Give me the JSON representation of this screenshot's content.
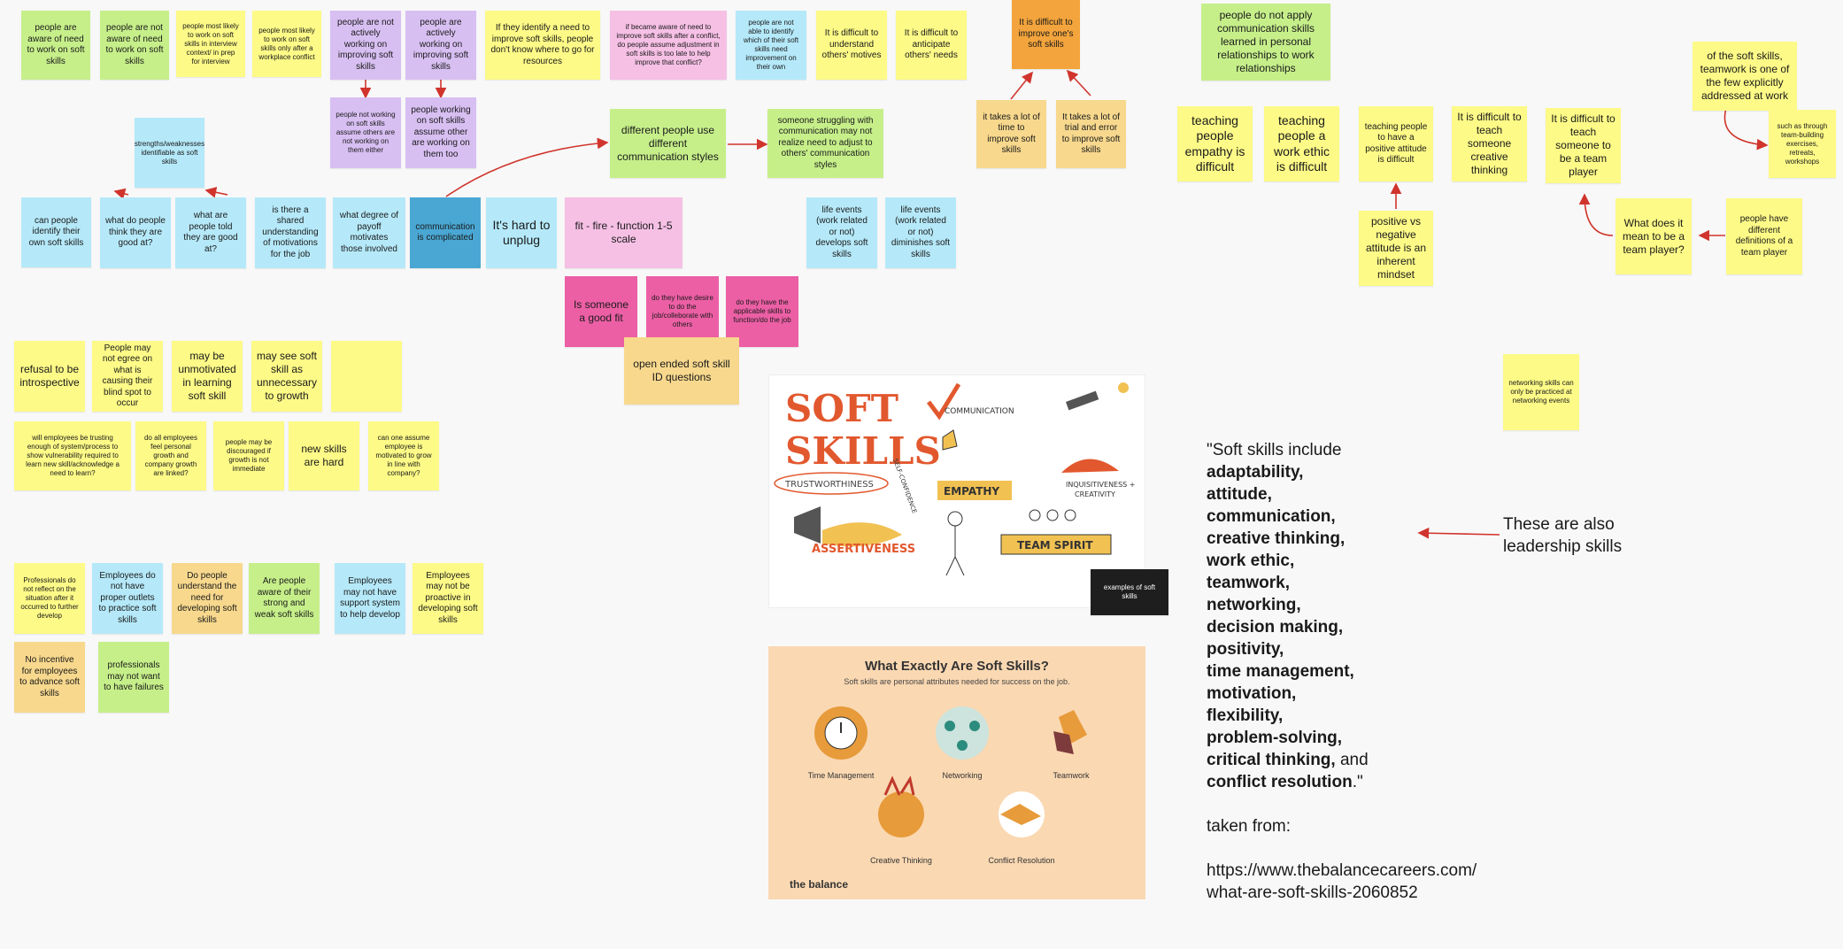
{
  "notes": {
    "n1": "people are aware of need to work on soft skills",
    "n2": "people are not aware of need to work on soft skills",
    "n3": "people most likely to work on soft skills in interview context/ in prep for interview",
    "n4": "people most likely to work on soft skills only after a workplace conflict",
    "n5": "people are not actively working on improving soft skills",
    "n6": "people are actively working on improving soft skills",
    "n7": "If they identify a need to improve soft skills, people don't know where to go for resources",
    "n8": "if became aware of need to improve soft skills after a conflict, do people assume adjustment in soft skills is too late to help improve that conflict?",
    "n9": "people are not able to identify which of their soft skills need improvement on their own",
    "n10": "It is difficult to understand others' motives",
    "n11": "It is difficult to anticipate others' needs",
    "n12": "It is difficult to improve one's soft skills",
    "n13": "people do not apply communication skills learned in personal relationships to work relationships",
    "n14": "of the soft skills, teamwork is one of the few explicitly addressed at work",
    "n15": "such as through team-building exercises, retreats, workshops",
    "n16": "people not working on soft skills assume others are not working on them either",
    "n17": "people working on soft skills assume other are working on them too",
    "n18": "different people use different communication styles",
    "n19": "someone struggling with communication may not realize need to adjust to others' communication styles",
    "n20": "it takes a lot of time to improve soft skills",
    "n21": "It takes a lot of trial and error to improve soft skills",
    "n22": "teaching people empathy is difficult",
    "n23": "teaching people a work ethic is difficult",
    "n24": "teaching people to have a positive attitude is difficult",
    "n25": "It is difficult to teach someone creative thinking",
    "n26": "It is difficult to teach someone to be a team player",
    "n27": "strengths/weaknesses identifiable as soft skills",
    "n28": "can people identify their own soft skills",
    "n29": "what do people think they are good at?",
    "n30": "what are people told they are good at?",
    "n31": "is there a shared understanding of motivations for the job",
    "n32": "what degree of payoff motivates those involved",
    "n33": "communication is complicated",
    "n34": "It's hard to unplug",
    "n35": "fit - fire - function 1-5 scale",
    "n36": "life events (work related or not) develops soft skills",
    "n37": "life events (work related or not) diminishes soft skills",
    "n38": "positive vs negative attitude is an inherent mindset",
    "n39": "What does it mean to be a team player?",
    "n40": "people have different definitions of a team player",
    "n41": "Is someone a good fit",
    "n42": "do they have desire to do the job/colleborate with others",
    "n43": "do they have the applicable skills to function/do the job",
    "n44": "open ended soft skill ID questions",
    "n45": "refusal to be introspective",
    "n46": "People may not egree on what is causing their blind spot to occur",
    "n47": "may be unmotivated in learning soft skill",
    "n48": "may see soft skill as unnecessary to growth",
    "n49": "",
    "n50": "networking skills can only be practiced at networking events",
    "n51": "will employees be trusting enough of system/process to show vulnerability required to learn new skill/acknowledge a need to learn?",
    "n52": "do all employees feel personal growth and company growth are linked?",
    "n53": "people may be discouraged if growth is not immediate",
    "n54": "new skills are hard",
    "n55": "can one assume employee is motivated to grow in line with company?",
    "n56": "Professionals do not reflect on the situation after it occurred to further develop",
    "n57": "Employees do not have proper outlets to practice soft skills",
    "n58": "Do people understand the need for developing soft skills",
    "n59": "Are people aware of their strong and weak soft skills",
    "n60": "Employees may not have support system to help develop",
    "n61": "Employees may not be proactive in developing soft skills",
    "n62": "No incentive for employees to advance soft skills",
    "n63": "professionals may not want to have failures",
    "n64": "examples of soft skills"
  },
  "img1": {
    "title": "SOFT SKILLS",
    "labels": [
      "COMMUNICATION",
      "SELF-CONFIDENCE",
      "TRUSTWORTHINESS",
      "EMPATHY",
      "INQUISITIVENESS + CREATIVITY",
      "ASSERTIVENESS",
      "TEAM SPIRIT"
    ]
  },
  "img2": {
    "title": "What Exactly Are Soft Skills?",
    "subtitle": "Soft skills are personal attributes needed for success on the job.",
    "items": [
      "Time Management",
      "Networking",
      "Teamwork",
      "Creative Thinking",
      "Conflict Resolution"
    ],
    "brand": "the balance"
  },
  "quote": {
    "intro": "\"Soft skills include",
    "skills": [
      "adaptability,",
      "attitude,",
      "communication,",
      "creative thinking,",
      "work ethic,",
      "teamwork,",
      "networking,",
      "decision making,",
      "positivity,",
      "time management,",
      "motivation,",
      "flexibility,",
      "problem-solving,",
      "critical thinking,"
    ],
    "and": " and",
    "last": "conflict resolution",
    "end": ".\"",
    "taken": "taken from:",
    "url1": "https://www.thebalancecareers.com/",
    "url2": "what-are-soft-skills-2060852"
  },
  "side": {
    "text": "These are also leadership skills"
  },
  "colors": {
    "yellow": "#fdfa87",
    "green": "#c6ef8a",
    "purple": "#d8bff2",
    "blue": "#b5e9f9",
    "pink": "#f6c0e5",
    "orange": "#f7d88d",
    "dark_orange": "#f3a43c",
    "dark_blue": "#4aa7d3",
    "hot_pink": "#ec5fa5",
    "arrow": "#d0342c"
  }
}
